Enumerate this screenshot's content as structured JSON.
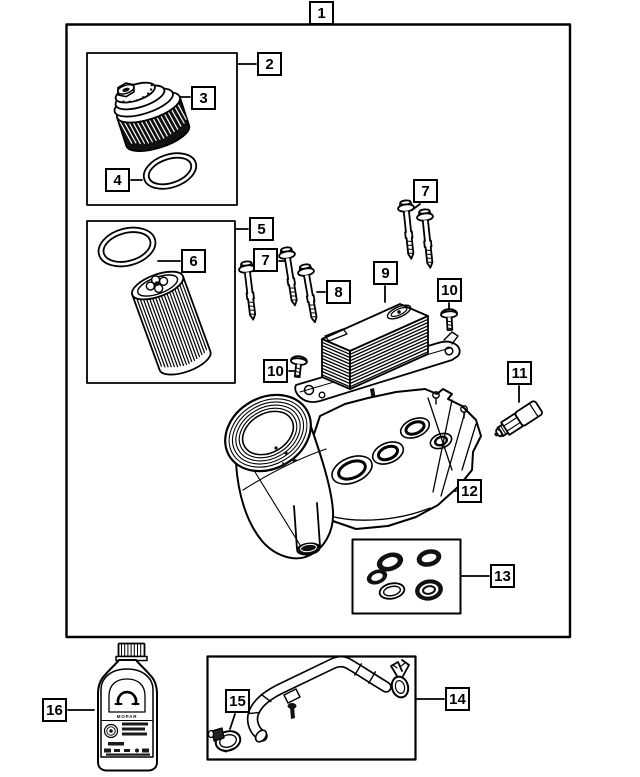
{
  "diagram": {
    "background": "#ffffff",
    "line_color": "#000000",
    "callouts": {
      "c1": "1",
      "c2": "2",
      "c3": "3",
      "c4": "4",
      "c5": "5",
      "c6": "6",
      "c7_left": "7",
      "c7_right": "7",
      "c8": "8",
      "c9": "9",
      "c10_left": "10",
      "c10_right": "10",
      "c11": "11",
      "c12": "12",
      "c13": "13",
      "c14": "14",
      "c15": "15",
      "c16": "16"
    },
    "bottle": {
      "brand_text": "MOPAR"
    }
  }
}
